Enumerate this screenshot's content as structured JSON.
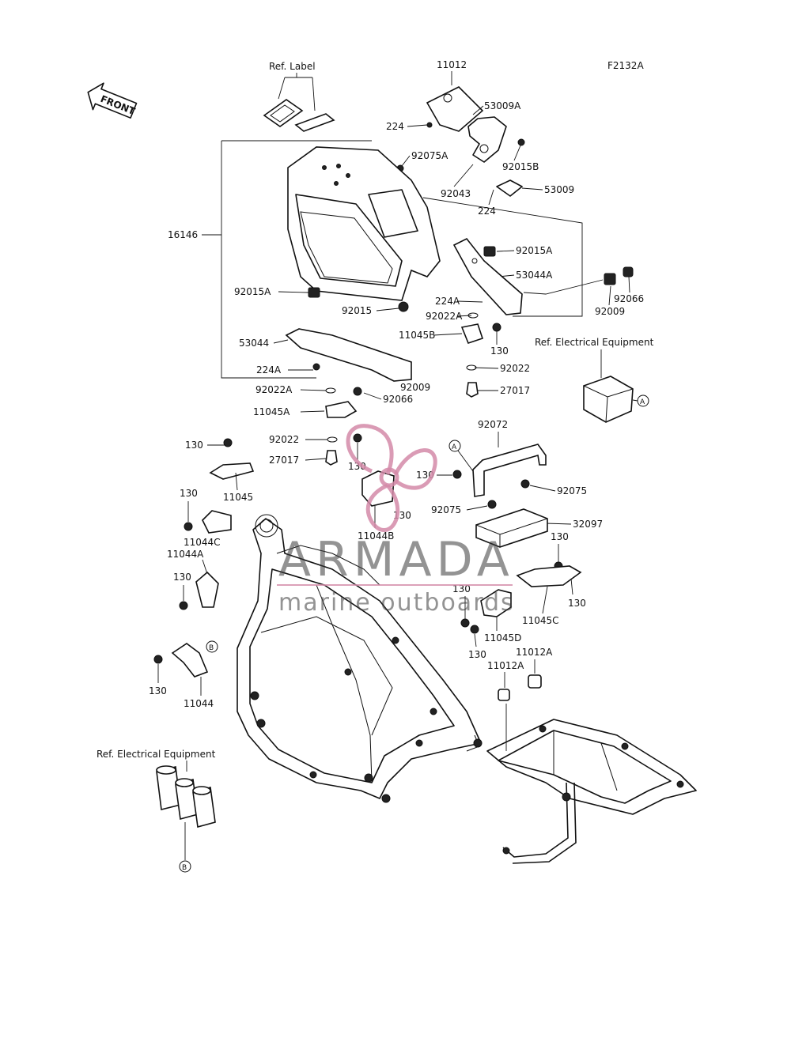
{
  "diagram_code": "F2132A",
  "front_arrow": "FRONT",
  "ref_label": "Ref. Label",
  "ref_electrical_a": "Ref. Electrical Equipment",
  "ref_electrical_b": "Ref. Electrical Equipment",
  "marker_a": "A",
  "marker_b": "B",
  "watermark": {
    "brand": "ARMADA",
    "tagline": "marine outboards",
    "color": "#d48aa8"
  },
  "callouts": {
    "c11012": "11012",
    "c53009A": "53009A",
    "c224_top": "224",
    "c92075A": "92075A",
    "c92015B": "92015B",
    "c92043": "92043",
    "c53009": "53009",
    "c224_b": "224",
    "c16146": "16146",
    "c92015A_r": "92015A",
    "c53044A": "53044A",
    "c92066_r": "92066",
    "c92009_r": "92009",
    "c92015A_l": "92015A",
    "c224A_r": "224A",
    "c92015": "92015",
    "c92022A_r": "92022A",
    "c11045B": "11045B",
    "c130_a": "130",
    "c53044": "53044",
    "c92022_r": "92022",
    "c27017_r": "27017",
    "c224A_l": "224A",
    "c92009_l": "92009",
    "c92022A_l": "92022A",
    "c92066_l": "92066",
    "c11045A": "11045A",
    "c92022_l": "92022",
    "c130_b": "130",
    "c27017_l": "27017",
    "c130_c": "130",
    "c11045": "11045",
    "c92072": "92072",
    "c130_d": "130",
    "c92075": "92075",
    "c130_e": "130",
    "c11044B": "11044B",
    "c92075_b": "92075",
    "c32097": "32097",
    "c130_f": "130",
    "c11044C": "11044C",
    "c11044A": "11044A",
    "c130_g": "130",
    "c130_h": "130",
    "c130_i": "130",
    "c11045C": "11045C",
    "c130_j": "130",
    "c11045D": "11045D",
    "c130_k": "130",
    "c11012A_top": "11012A",
    "c11012A": "11012A",
    "c130_l": "130",
    "c11044": "11044"
  }
}
